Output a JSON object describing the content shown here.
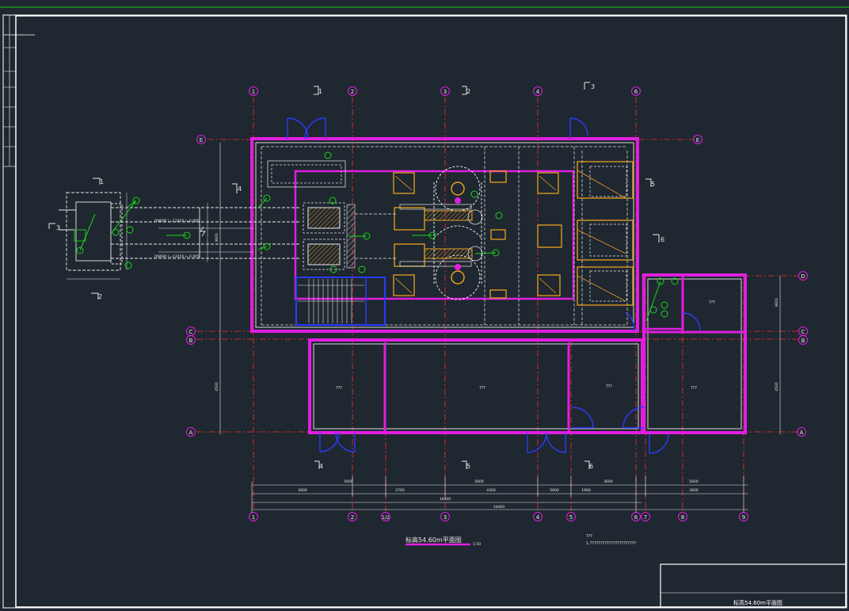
{
  "drawing": {
    "title": "标高54.60m平面图",
    "title_scale": "1:50",
    "title_block_name": "标高54.60m平面图",
    "notes_heading": "???",
    "notes_line1": "1.??????????????????????",
    "room_label": "???"
  },
  "grid": {
    "columns_top": [
      "1",
      "2",
      "3",
      "4",
      "6"
    ],
    "columns_bottom": [
      "1",
      "2",
      "1/2",
      "3",
      "4",
      "5",
      "6",
      "7",
      "8",
      "9"
    ],
    "rows": [
      "E",
      "D",
      "C",
      "B",
      "A"
    ]
  },
  "sections": [
    "1",
    "2",
    "3",
    "4",
    "5",
    "6",
    "1",
    "2",
    "3",
    "4",
    "5",
    "6"
  ],
  "dimensions": {
    "row1": [
      "5600",
      "5600",
      "5600",
      "3600",
      "5600"
    ],
    "row2": [
      "3000",
      "2700",
      "4300",
      "1900",
      "3600"
    ],
    "total": "16900",
    "overall": "34400",
    "left_upper": "3600",
    "left_lower": "4500",
    "right_upper": "3600",
    "right_lower": "4500"
  },
  "pipes": {
    "upper": "DN600 L=12450 i=0.005",
    "lower": "DN600 L=12450 i=0.005"
  },
  "colors": {
    "background": "#1f2730",
    "wall": "#e01ee0",
    "axis": "#ff2a2a",
    "equipment": "#e8a020",
    "door": "#2a3cff",
    "tag": "#19d619",
    "frame": "#ffffff"
  }
}
